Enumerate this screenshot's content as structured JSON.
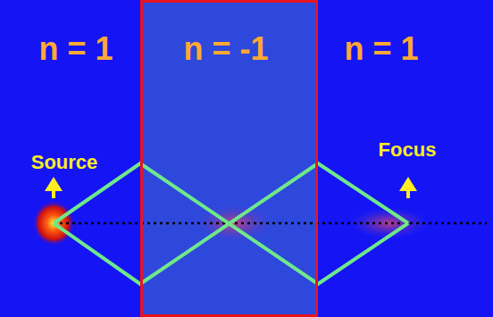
{
  "diagram": {
    "nodes": [
      {
        "text": [
          "n = 1"
        ]
      },
      {
        "text": [
          "n = -1"
        ]
      },
      {
        "text": [
          "n = 1"
        ]
      }
    ],
    "labels": [
      "Source",
      "Focus"
    ]
  }
}
